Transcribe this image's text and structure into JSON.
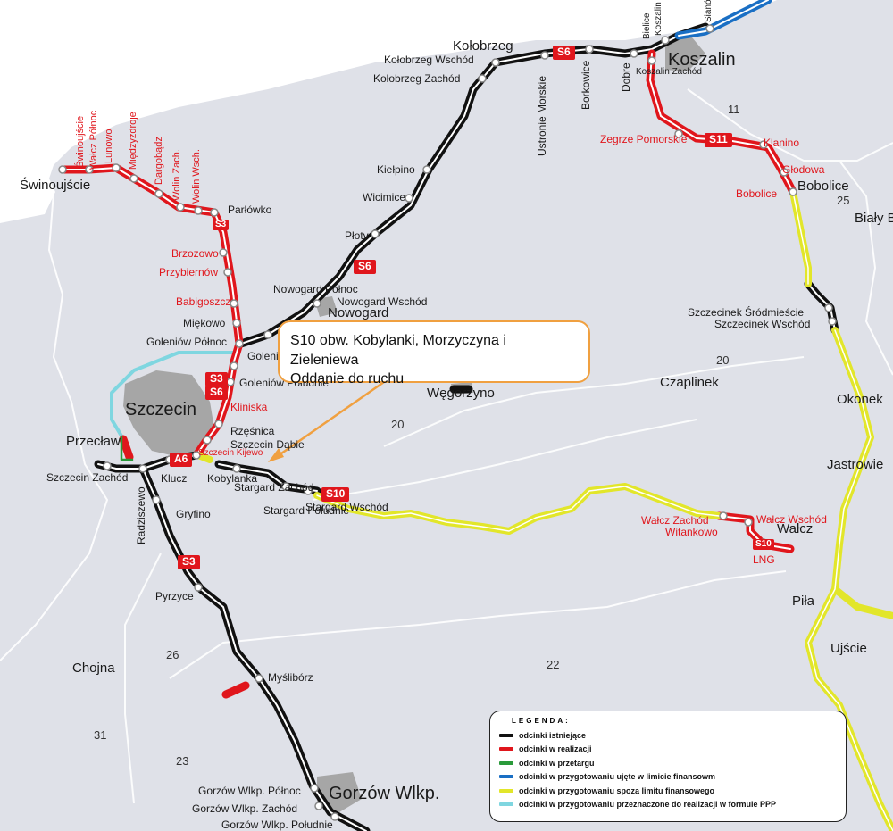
{
  "colors": {
    "sea": "#ffffff",
    "land": "#dfe1e8",
    "existing": "#111111",
    "realization": "#e0161c",
    "tender": "#2a9a3a",
    "prep_in_limit": "#1a6fc4",
    "prep_out_limit": "#e2e62a",
    "ppp": "#7fd6e0",
    "callout_border": "#f0a040"
  },
  "cities": [
    {
      "name": "Szczecin"
    },
    {
      "name": "Koszalin"
    },
    {
      "name": "Gorzów Wlkp."
    },
    {
      "name": "Nowogard"
    }
  ],
  "places": [
    "Świnoujście",
    "Parłówko",
    "Miękowo",
    "Goleniów Północ",
    "Goleniów",
    "Goleniów Południe",
    "Rzęśnica",
    "Szczecin Dąbie",
    "Przecław",
    "Szczecin Zachód",
    "Klucz",
    "Kobylanka",
    "Stargard Zachód",
    "Stargard Południe",
    "Stargard Wschód",
    "Radziszewo",
    "Gryfino",
    "Pyrzyce",
    "Chojna",
    "Myślibórz",
    "Gorzów Wlkp. Północ",
    "Gorzów Wlkp. Zachód",
    "Gorzów Wlkp. Południe",
    "Kołobrzeg",
    "Kołobrzeg Wschód",
    "Kołobrzeg Zachód",
    "Ustronie Morskie",
    "Borkowice",
    "Dobre",
    "Koszalin Zachód",
    "Bielice",
    "Koszalin",
    "Sianów",
    "Kiełpino",
    "Wicimice",
    "Płoty",
    "Nowogard Północ",
    "Nowogard Wschód",
    "Węgorzyno",
    "Czaplinek",
    "Bobolice",
    "Biały Bór",
    "Szczecinek Śródmieście",
    "Szczecinek Wschód",
    "Okonek",
    "Jastrowie",
    "Wałcz",
    "Piła",
    "Ujście",
    "Lunowo",
    "Międzyzdroje",
    "Dargobądz",
    "Wolin Zach.",
    "Wolin Wsch.",
    "Brzozowo",
    "Przybiernów",
    "Babigoszcz",
    "Kliniska",
    "Szczecin Kijewo",
    "Zegrze Pomorskie",
    "Klanino",
    "Głodowa",
    "Wałcz Zachód",
    "Wałcz Wschód",
    "Wałcz Północ",
    "Witankowo",
    "LNG",
    "Myśliborz"
  ],
  "roads": [
    "S3",
    "S6",
    "S10",
    "S11",
    "A6",
    "11",
    "20",
    "22",
    "23",
    "25",
    "26",
    "31"
  ],
  "callout": {
    "line1": "S10 obw. Kobylanki, Morzyczyna i Zieleniewa",
    "line2": "Oddanie do ruchu"
  },
  "legend": {
    "title": "LEGENDA:",
    "items": [
      {
        "label": "odcinki istniejące",
        "color": "#111111"
      },
      {
        "label": "odcinki w realizacji",
        "color": "#e0161c"
      },
      {
        "label": "odcinki w przetargu",
        "color": "#2a9a3a"
      },
      {
        "label": "odcinki w przygotowaniu ujęte w limicie finansowm",
        "color": "#1a6fc4"
      },
      {
        "label": "odcinki w przygotowaniu spoza limitu finansowego",
        "color": "#e2e62a"
      },
      {
        "label": "odcinki w przygotowaniu przeznaczone do realizacji w formule PPP",
        "color": "#7fd6e0"
      }
    ]
  }
}
